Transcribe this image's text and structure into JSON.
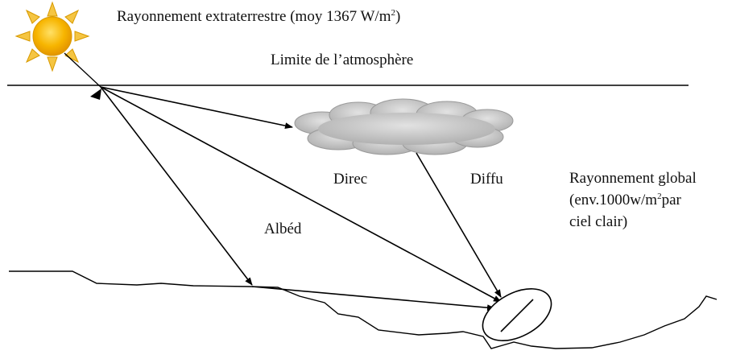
{
  "labels": {
    "extraterrestrial_prefix": "Rayonnement extraterrestre (moy 1367 W/m",
    "extraterrestrial_exp": "2",
    "extraterrestrial_suffix": ")",
    "atmosphere_limit": "Limite de l’atmosphère",
    "direct": "Direc",
    "diffuse": "Diffu",
    "albedo": "Albéd",
    "global_line1": "Rayonnement global",
    "global_line2_prefix": "(env.1000w/m",
    "global_line2_exp": "2",
    "global_line2_suffix": "par",
    "global_line3": "ciel clair)"
  },
  "icons": [
    "sun-icon",
    "cloud-icon",
    "solar-panel-icon"
  ],
  "colors": {
    "sun_fill": "#f7b500",
    "sun_rays": "#f5c542",
    "cloud_fill": "#c8c8c8",
    "lines": "#000000"
  }
}
